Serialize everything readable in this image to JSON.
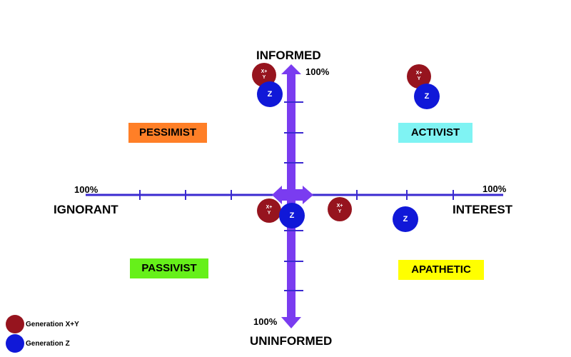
{
  "axes": {
    "top": "INFORMED",
    "bottom": "UNINFORMED",
    "left": "IGNORANT",
    "right": "INTEREST",
    "pct_top": "100%",
    "pct_bottom": "100%",
    "pct_left": "100%",
    "pct_right": "100%"
  },
  "quadrants": {
    "top_left": {
      "label": "PESSIMIST",
      "color": "#ff7f27"
    },
    "top_right": {
      "label": "ACTIVIST",
      "color": "#7ff3f3"
    },
    "bottom_left": {
      "label": "PASSIVIST",
      "color": "#66f01a"
    },
    "bottom_right": {
      "label": "APATHETIC",
      "color": "#ffff00"
    }
  },
  "colors": {
    "axis_line": "#3a2ad0",
    "arrow": "#7a3cf0",
    "generation_xy": "#96141e",
    "generation_z": "#1018d8"
  },
  "markers": {
    "xy_label": "X+\nY",
    "z_label": "Z"
  },
  "legend": {
    "xy": "Generation X+Y",
    "z": "Generation Z"
  }
}
